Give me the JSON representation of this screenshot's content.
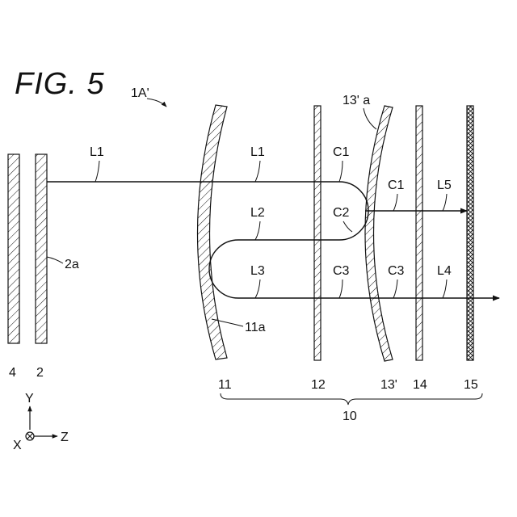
{
  "figure": {
    "title": "FIG. 5",
    "assembly_ref": "1A'",
    "group_label": "10"
  },
  "labels": {
    "L1_a": "L1",
    "L1_b": "L1",
    "L2": "L2",
    "L3": "L3",
    "C1_a": "C1",
    "C2": "C2",
    "C3_a": "C3",
    "C1_b": "C1",
    "C3_b": "C3",
    "L5": "L5",
    "L4": "L4",
    "ref_2a": "2a",
    "ref_11a": "11a",
    "ref_13a": "13' a",
    "ref_4": "4",
    "ref_2": "2",
    "ref_11": "11",
    "ref_12": "12",
    "ref_13": "13'",
    "ref_14": "14",
    "ref_15": "15"
  },
  "axes": {
    "y": "Y",
    "x": "X",
    "z": "Z"
  }
}
